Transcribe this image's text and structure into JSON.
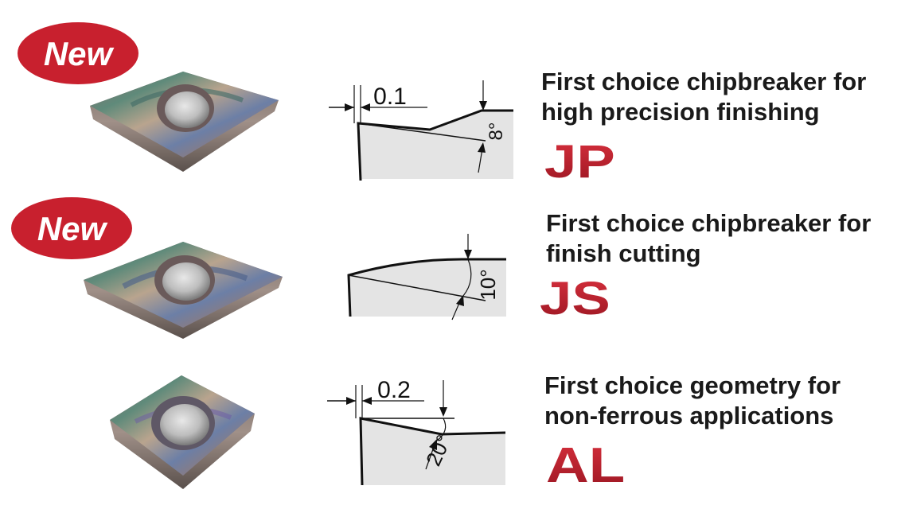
{
  "rows": [
    {
      "badge": "New",
      "dimension": "0.1",
      "angle": "8°",
      "description": [
        "First choice chipbreaker for",
        "high precision finishing"
      ],
      "code": "JP"
    },
    {
      "badge": "New",
      "angle": "10°",
      "description": [
        "First choice chipbreaker for",
        "finish cutting"
      ],
      "code": "JS"
    },
    {
      "dimension": "0.2",
      "angle": "20°",
      "description": [
        "First choice geometry for",
        "non-ferrous applications"
      ],
      "code": "AL"
    }
  ],
  "colors": {
    "badge_red": "#c8202e",
    "logo_red": "#b81f2d",
    "profile_fill": "#e4e4e4",
    "text": "#1a1a1a"
  }
}
